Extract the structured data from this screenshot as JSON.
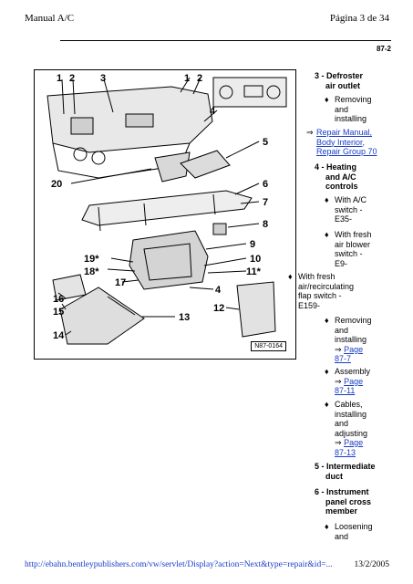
{
  "header": {
    "left": "Manual A/C",
    "right": "Página 3 de 34"
  },
  "page_number": "87-2",
  "figure": {
    "label": "N87-0164",
    "callouts": [
      "1",
      "2",
      "3",
      "1",
      "2",
      "4",
      "5",
      "20",
      "6",
      "7",
      "8",
      "9",
      "19*",
      "18*",
      "10",
      "11*",
      "17",
      "4",
      "16",
      "15",
      "12",
      "13",
      "14"
    ]
  },
  "sidebar": {
    "item3": {
      "number": "3 -",
      "line1": "Defroster",
      "line2": "air outlet"
    },
    "b1": [
      "Removing",
      "and",
      "installing"
    ],
    "link1": [
      "Repair Manual,",
      "Body Interior,",
      "Repair Group 70"
    ],
    "item4": {
      "number": "4 -",
      "line1": "Heating",
      "line2": "and A/C",
      "line3": "controls"
    },
    "b2": [
      "With A/C",
      "switch -",
      "E35-"
    ],
    "b3": [
      "With fresh",
      "air blower",
      "switch -",
      "E9-"
    ],
    "b4": [
      "With fresh",
      "air/recirculating",
      "flap switch -",
      "E159-"
    ],
    "b5": [
      "Removing",
      "and",
      "installing"
    ],
    "link5": [
      "Page",
      "87-7"
    ],
    "b6": [
      "Assembly"
    ],
    "link6": [
      "Page",
      "87-11"
    ],
    "b7": [
      "Cables,",
      "installing",
      "and",
      "adjusting"
    ],
    "link7": [
      "Page",
      "87-13"
    ],
    "item5": {
      "number": "5 -",
      "line1": "Intermediate",
      "line2": "duct"
    },
    "item6": {
      "number": "6 -",
      "line1": "Instrument",
      "line2": "panel cross",
      "line3": "member"
    },
    "b8": [
      "Loosening",
      "and"
    ]
  },
  "footer": {
    "url": "http://ebahn.bentleypublishers.com/vw/servlet/Display?action=Next&type=repair&id=...",
    "date": "13/2/2005"
  }
}
